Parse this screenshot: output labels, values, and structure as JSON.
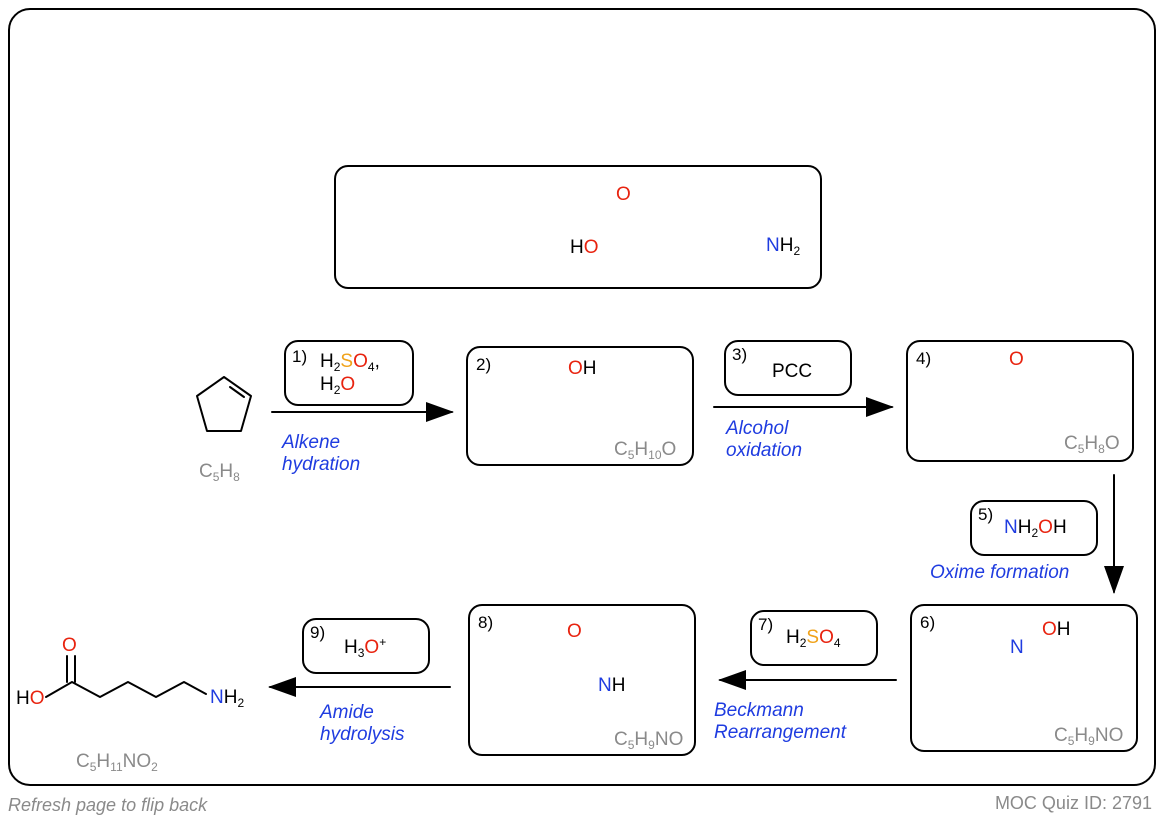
{
  "steps": [
    {
      "n": "1)",
      "line1_pre": "H",
      "line1_sub": "2",
      "line1_S": "S",
      "line1_O": "O",
      "line1_sub2": "4",
      "line1_post": ",",
      "line2_pre": "H",
      "line2_sub": "2",
      "line2_O": "O",
      "cond_line1": "Alkene",
      "cond_line2": "hydration"
    },
    {
      "n": "2)",
      "formula_pre": "C",
      "formula_s1": "5",
      "formula_mid": "H",
      "formula_s2": "10",
      "formula_post": "O",
      "oh_O": "O",
      "oh_H": "H"
    },
    {
      "n": "3)",
      "reagent": "PCC",
      "cond_line1": "Alcohol",
      "cond_line2": "oxidation"
    },
    {
      "n": "4)",
      "formula_pre": "C",
      "formula_s1": "5",
      "formula_mid": "H",
      "formula_s2": "8",
      "formula_post": "O",
      "o_label": "O"
    },
    {
      "n": "5)",
      "r_N": "N",
      "r_H": "H",
      "r_sub": "2",
      "r_O": "O",
      "r_H2": "H",
      "cond": "Oxime formation"
    },
    {
      "n": "6)",
      "formula_pre": "C",
      "formula_s1": "5",
      "formula_mid": "H",
      "formula_s2": "9",
      "formula_post": "NO",
      "n_label": "N",
      "o_label": "O",
      "h_label": "H"
    },
    {
      "n": "7)",
      "r_H": "H",
      "r_sub": "2",
      "r_S": "S",
      "r_O": "O",
      "r_sub2": "4",
      "cond_line1": "Beckmann",
      "cond_line2": "Rearrangement"
    },
    {
      "n": "8)",
      "formula_pre": "C",
      "formula_s1": "5",
      "formula_mid": "H",
      "formula_s2": "9",
      "formula_post": "NO",
      "o_label": "O",
      "nh_N": "N",
      "nh_H": "H"
    },
    {
      "n": "9)",
      "r_H": "H",
      "r_sub": "3",
      "r_O": "O",
      "r_sup": "+",
      "cond_line1": "Amide",
      "cond_line2": "hydrolysis"
    }
  ],
  "start": {
    "formula_pre": "C",
    "formula_s1": "5",
    "formula_mid": "H",
    "formula_s2": "8"
  },
  "product": {
    "H": "H",
    "O_left": "O",
    "O_top": "O",
    "N": "N",
    "H2": "H",
    "sub": "2",
    "formula_pre": "C",
    "formula_s1": "5",
    "formula_mid": "H",
    "formula_s2": "11",
    "formula_post": "NO",
    "formula_s3": "2"
  },
  "question": {
    "HO_H": "H",
    "HO_O": "O",
    "O_top": "O",
    "N": "N",
    "H2": "H",
    "sub": "2"
  },
  "footer": {
    "left": "Refresh page to flip back",
    "right": "MOC Quiz ID: 2791"
  },
  "colors": {
    "oxygen": "#e8230f",
    "nitrogen": "#1f3ce0",
    "sulfur": "#f0a21a",
    "condition_text": "#1f3ce0",
    "formula_gray": "#8a8a8a"
  }
}
